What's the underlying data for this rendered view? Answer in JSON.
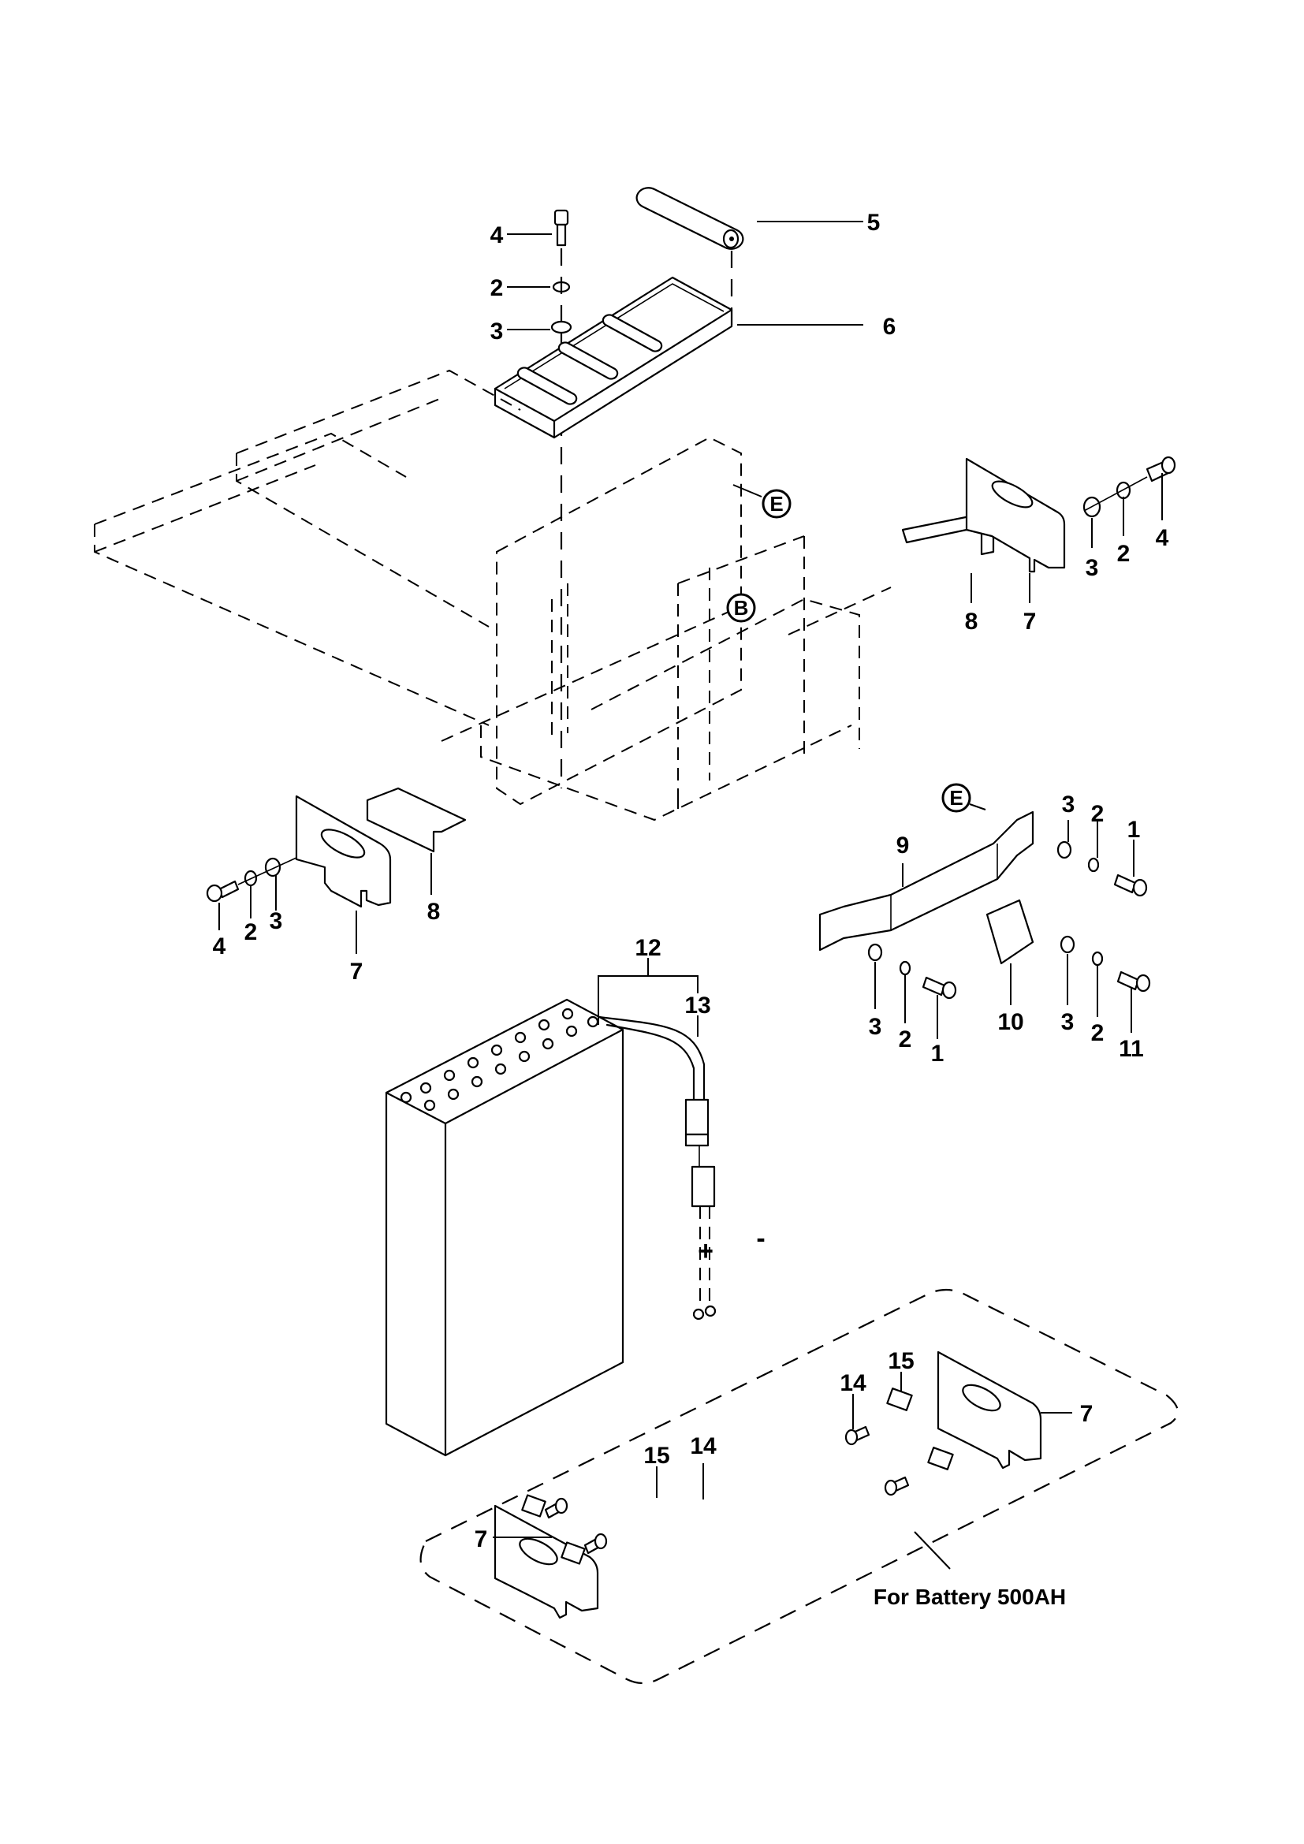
{
  "diagram": {
    "type": "exploded-parts-diagram",
    "subject": "Battery tray, battery and mounting brackets",
    "note": "For  Battery 500AH",
    "polarity": {
      "positive": "+",
      "negative": "-"
    },
    "reference_markers": [
      "E",
      "B",
      "E"
    ],
    "callouts": [
      {
        "id": "c-top-4",
        "label": "4"
      },
      {
        "id": "c-top-2",
        "label": "2"
      },
      {
        "id": "c-top-3",
        "label": "3"
      },
      {
        "id": "c-top-5",
        "label": "5"
      },
      {
        "id": "c-top-6",
        "label": "6"
      },
      {
        "id": "c-right-3",
        "label": "3"
      },
      {
        "id": "c-right-2",
        "label": "2"
      },
      {
        "id": "c-right-4",
        "label": "4"
      },
      {
        "id": "c-right-8",
        "label": "8"
      },
      {
        "id": "c-right-7",
        "label": "7"
      },
      {
        "id": "c-left-4",
        "label": "4"
      },
      {
        "id": "c-left-2",
        "label": "2"
      },
      {
        "id": "c-left-3",
        "label": "3"
      },
      {
        "id": "c-left-7",
        "label": "7"
      },
      {
        "id": "c-left-8",
        "label": "8"
      },
      {
        "id": "c-strap-9",
        "label": "9"
      },
      {
        "id": "c-strap-3a",
        "label": "3"
      },
      {
        "id": "c-strap-2a",
        "label": "2"
      },
      {
        "id": "c-strap-1a",
        "label": "1"
      },
      {
        "id": "c-strap-3b",
        "label": "3"
      },
      {
        "id": "c-strap-2b",
        "label": "2"
      },
      {
        "id": "c-strap-1b",
        "label": "1"
      },
      {
        "id": "c-strap-10",
        "label": "10"
      },
      {
        "id": "c-strap-3c",
        "label": "3"
      },
      {
        "id": "c-strap-2c",
        "label": "2"
      },
      {
        "id": "c-strap-11",
        "label": "11"
      },
      {
        "id": "c-batt-12",
        "label": "12"
      },
      {
        "id": "c-batt-13",
        "label": "13"
      },
      {
        "id": "c-opt-14a",
        "label": "14"
      },
      {
        "id": "c-opt-15a",
        "label": "15"
      },
      {
        "id": "c-opt-7a",
        "label": "7"
      },
      {
        "id": "c-opt-15b",
        "label": "15"
      },
      {
        "id": "c-opt-14b",
        "label": "14"
      },
      {
        "id": "c-opt-7b",
        "label": "7"
      }
    ]
  }
}
